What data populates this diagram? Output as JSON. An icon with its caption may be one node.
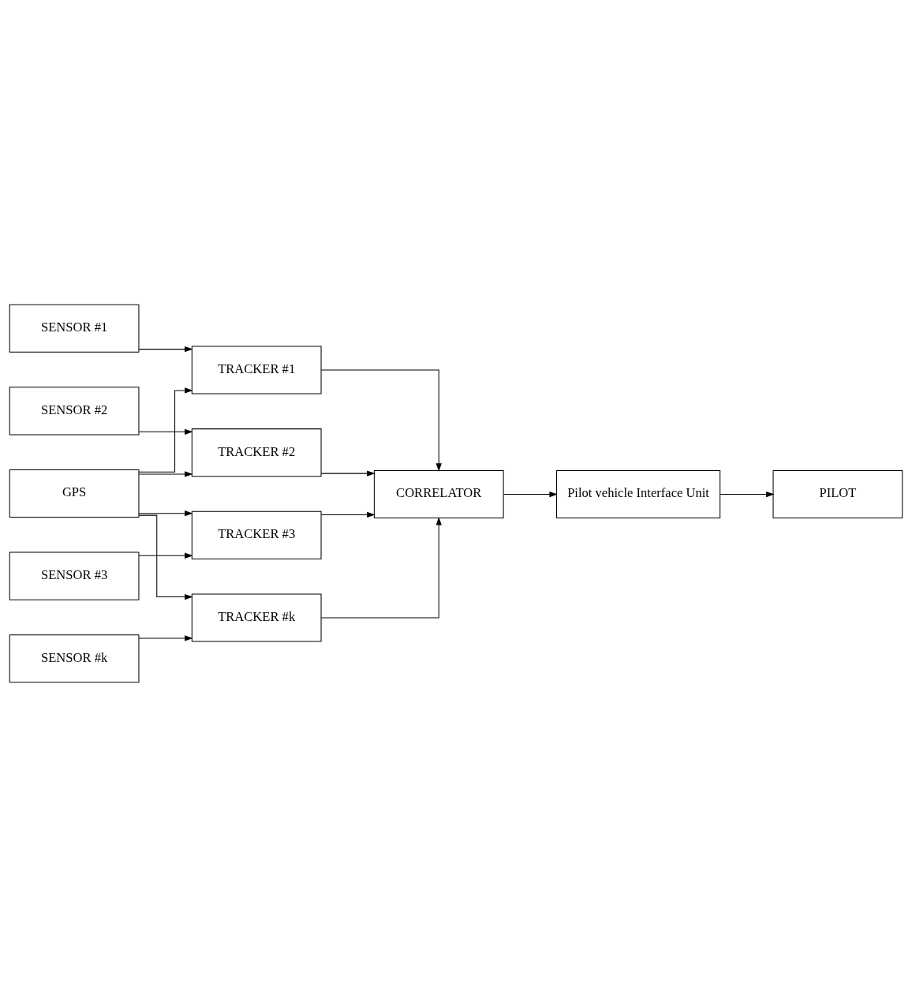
{
  "diagram": {
    "nodes": [
      {
        "text": [
          "SENSOR #1"
        ]
      },
      {
        "text": [
          "TRACKER #1"
        ]
      },
      {
        "text": [
          "SENSOR #2"
        ]
      },
      {
        "text": [
          "TRACKER #2"
        ]
      },
      {
        "text": [
          "CORRELATOR"
        ]
      },
      {
        "text": [
          "SENSOR #3"
        ]
      },
      {
        "text": [
          "TRACKER #3"
        ]
      },
      {
        "text": [
          "Pilot vehicle Interface Unit"
        ]
      },
      {
        "text": [
          "SENSOR #k"
        ]
      },
      {
        "text": [
          "TRACKER #k"
        ]
      },
      {
        "text": [
          "PILOT"
        ]
      },
      {
        "text": [
          "GPS"
        ]
      }
    ],
    "edges": [
      {
        "from": 0,
        "to": 1,
        "arrow": "to"
      },
      {
        "from": 11,
        "to": 1,
        "arrow": "to"
      },
      {
        "from": 2,
        "to": 3,
        "arrow": "to"
      },
      {
        "from": 11,
        "to": 3,
        "arrow": "to"
      },
      {
        "from": 5,
        "to": 6,
        "arrow": "to"
      },
      {
        "from": 11,
        "to": 6,
        "arrow": "to"
      },
      {
        "from": 8,
        "to": 9,
        "arrow": "to"
      },
      {
        "from": 11,
        "to": 9,
        "arrow": "to"
      },
      {
        "from": 1,
        "to": 4,
        "arrow": "to"
      },
      {
        "from": 3,
        "to": 4,
        "arrow": "to"
      },
      {
        "from": 6,
        "to": 4,
        "arrow": "to"
      },
      {
        "from": 9,
        "to": 4,
        "arrow": "to"
      },
      {
        "from": 4,
        "to": 7,
        "arrow": "to"
      },
      {
        "from": 7,
        "to": 10,
        "arrow": "to"
      }
    ]
  }
}
